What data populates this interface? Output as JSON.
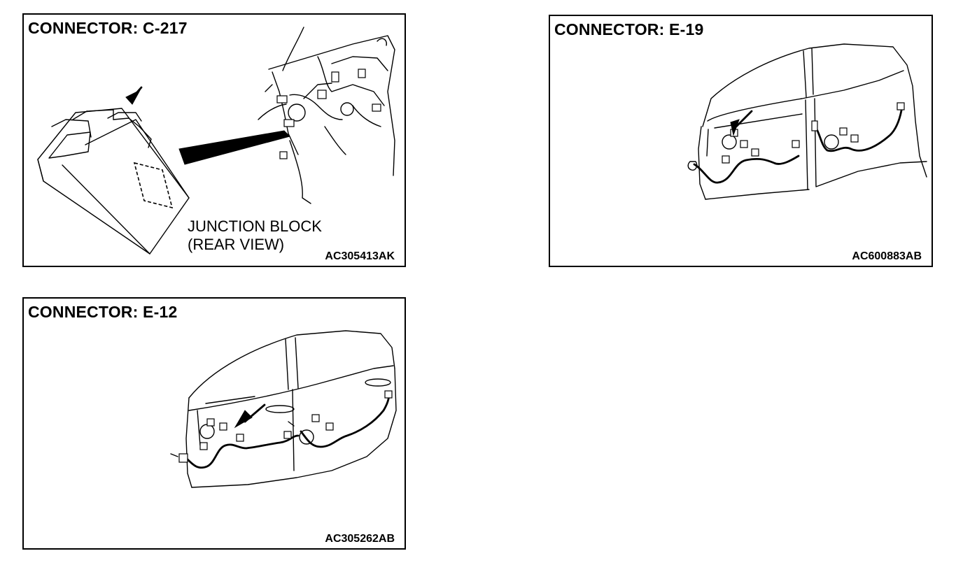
{
  "panels": [
    {
      "title": "CONNECTOR: C-217",
      "code": "AC305413AK",
      "label_line1": "JUNCTION BLOCK",
      "label_line2": "(REAR VIEW)"
    },
    {
      "title": "CONNECTOR: E-19",
      "code": "AC600883AB"
    },
    {
      "title": "CONNECTOR: E-12",
      "code": "AC305262AB"
    }
  ]
}
